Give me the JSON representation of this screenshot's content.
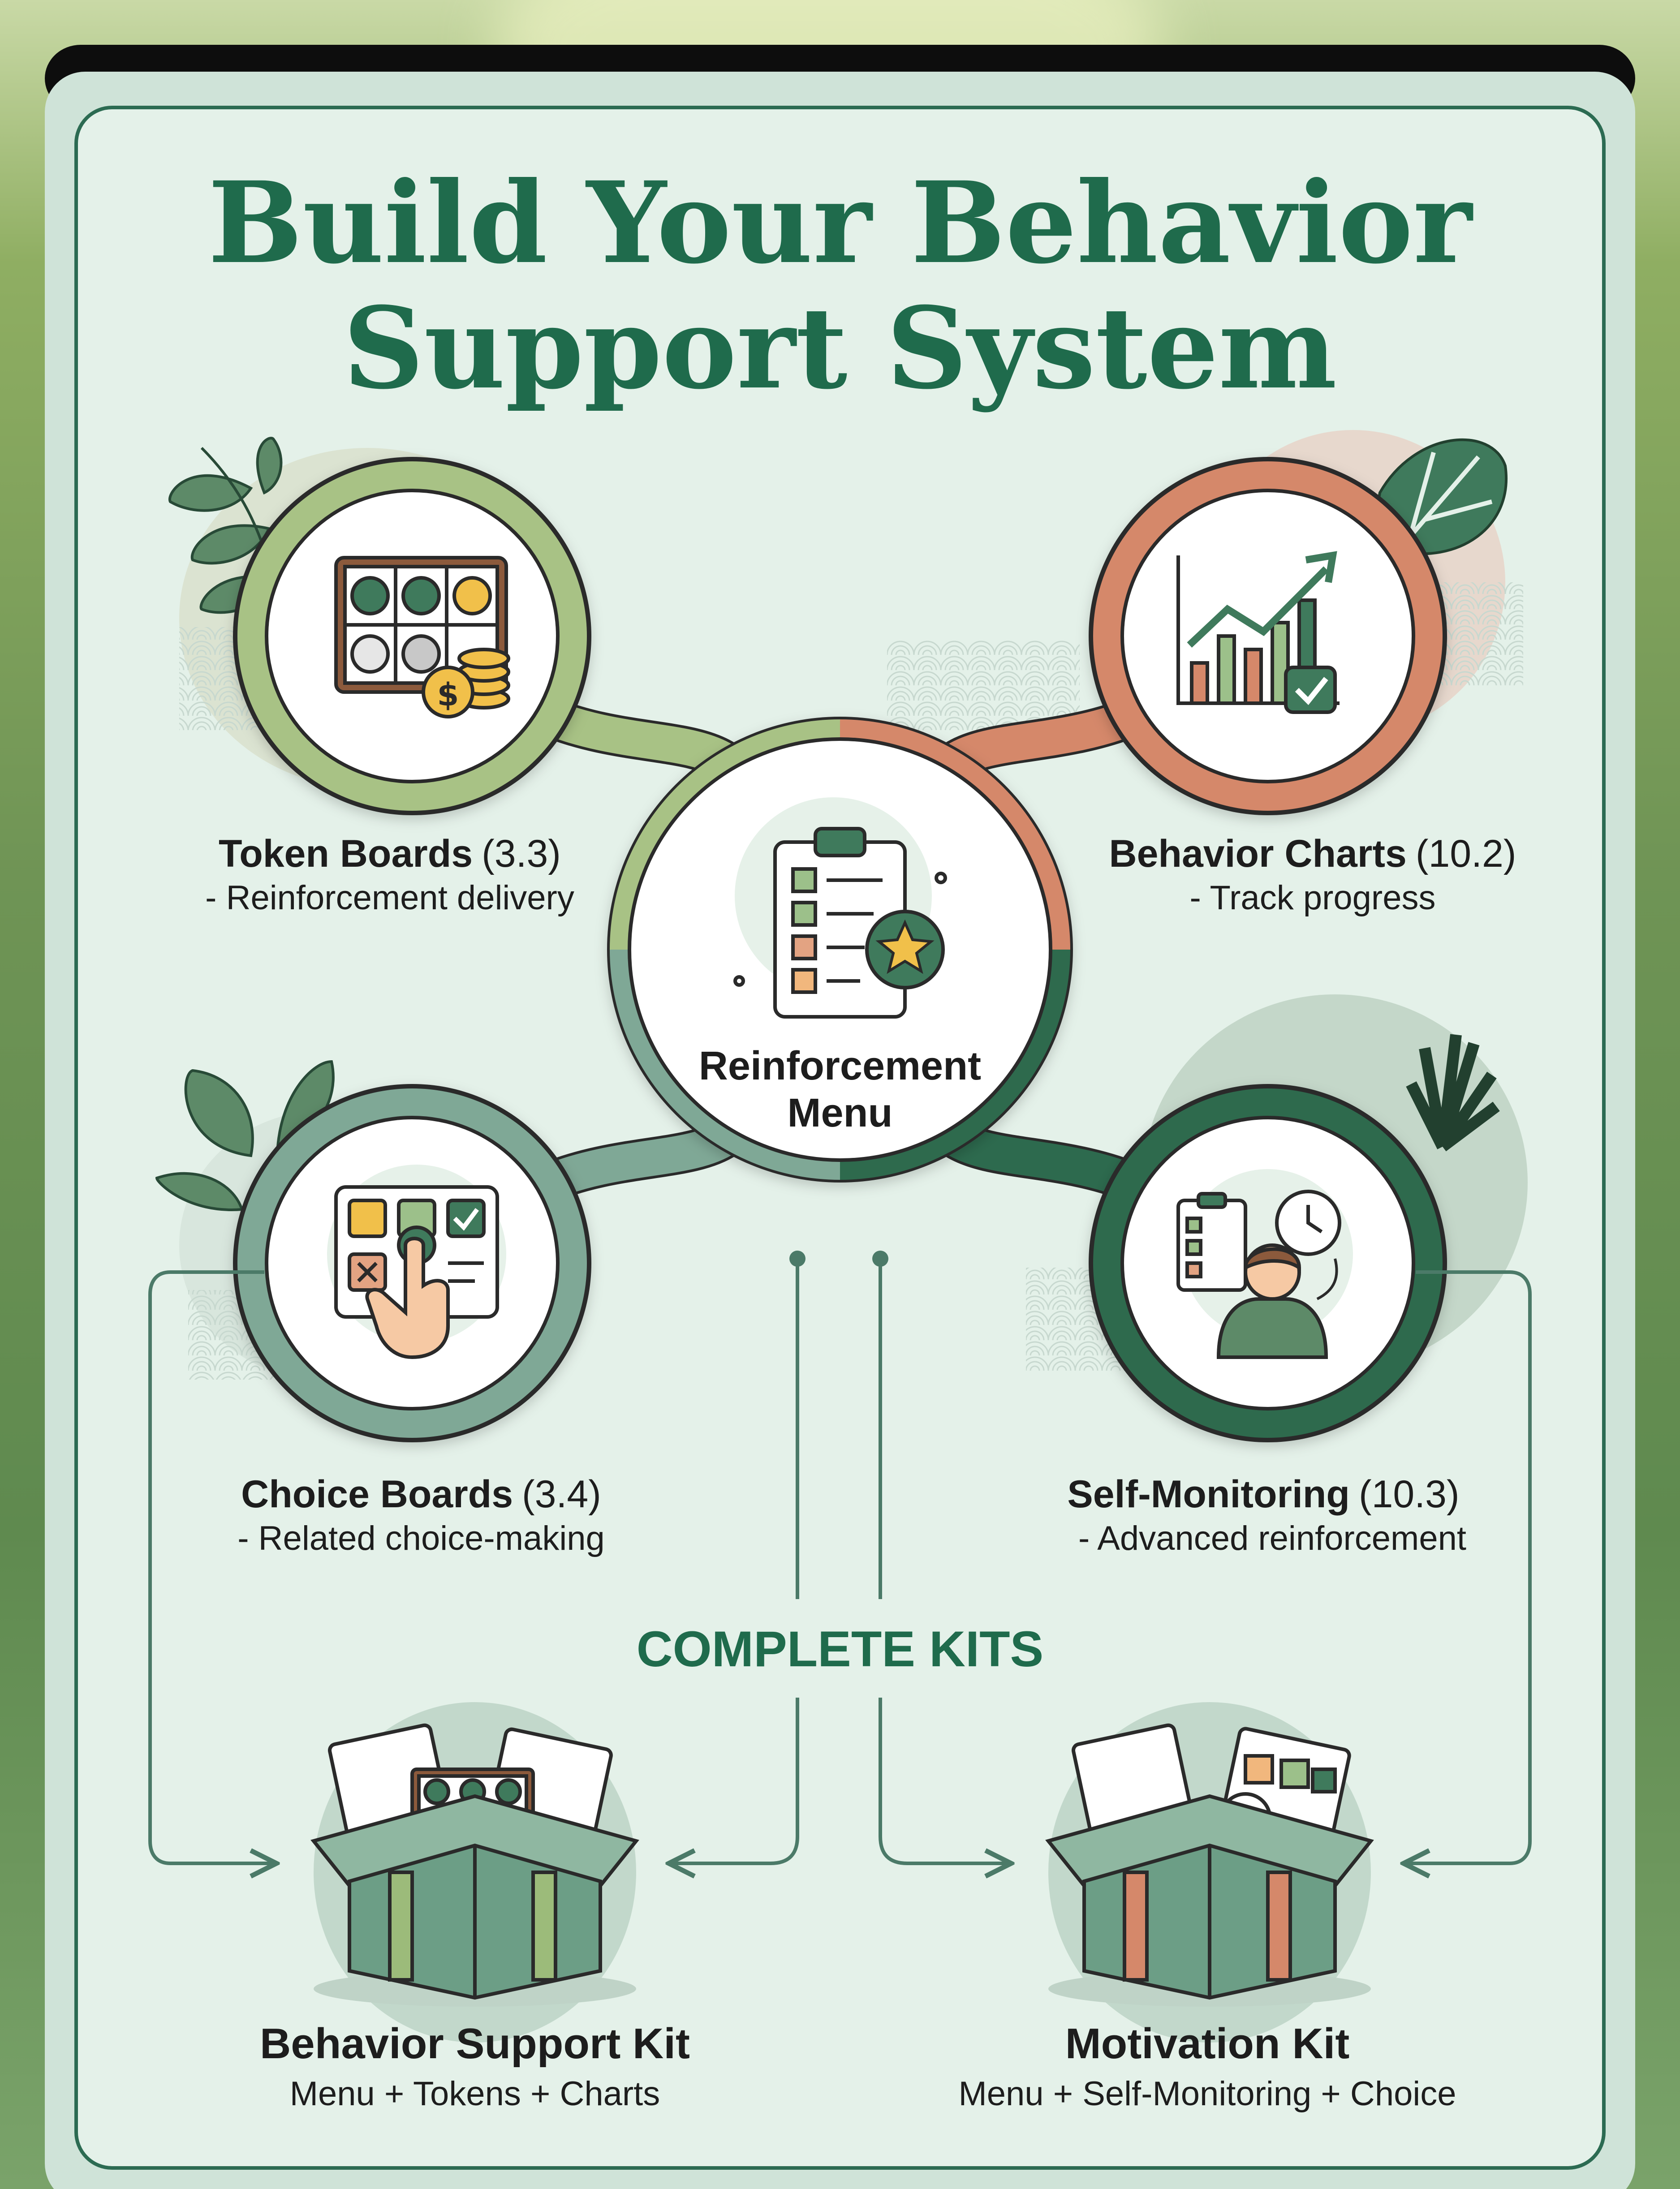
{
  "title": {
    "line1": "Build Your Behavior",
    "line2": "Support System"
  },
  "center": {
    "label_line1": "Reinforcement",
    "label_line2": "Menu"
  },
  "nodes": {
    "token": {
      "name": "Token Boards",
      "code": "(3.3)",
      "desc": "- Reinforcement delivery"
    },
    "charts": {
      "name": "Behavior Charts",
      "code": "(10.2)",
      "desc": "- Track progress"
    },
    "choice": {
      "name": "Choice Boards",
      "code": "(3.4)",
      "desc": "- Related choice-making"
    },
    "selfmon": {
      "name": "Self-Monitoring",
      "code": "(10.3)",
      "desc": "- Advanced reinforcement"
    }
  },
  "kits_heading": "COMPLETE KITS",
  "kits": {
    "behavior": {
      "name": "Behavior Support Kit",
      "desc": "Menu + Tokens + Charts"
    },
    "motivation": {
      "name": "Motivation Kit",
      "desc": "Menu + Self-Monitoring + Choice"
    }
  },
  "colors": {
    "dark_green": "#1f6b4c",
    "mid_green": "#3f7a5c",
    "light_green": "#9cbb7a",
    "terracotta": "#d5886a",
    "sage": "#7fa896",
    "panel": "#e4f1e9",
    "ink": "#1d1d1d",
    "gold": "#f1c04a"
  },
  "icons": {
    "token": "token-board-icon",
    "charts": "bar-chart-icon",
    "center": "clipboard-star-icon",
    "choice": "choice-board-icon",
    "selfmon": "self-monitoring-icon",
    "kit1": "kit-box-icon",
    "kit2": "kit-box-icon"
  }
}
